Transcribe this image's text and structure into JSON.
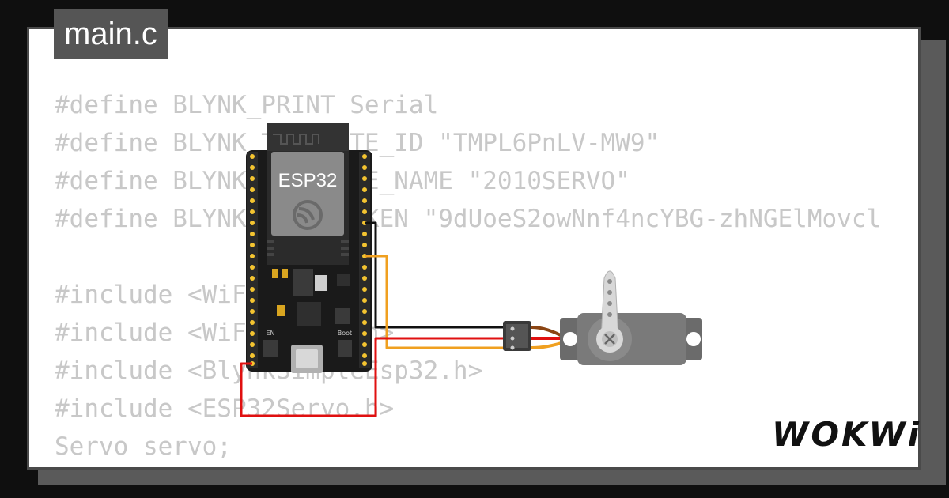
{
  "file_tab": {
    "label": "main.c"
  },
  "code_lines": [
    "#define BLYNK_PRINT Serial",
    "#define BLYNK_TEMPLATE_ID \"TMPL6PnLV-MW9\"",
    "#define BLYNK_TEMPLATE_NAME \"2010SERVO\"",
    "#define BLYNK_AUTH_TOKEN \"9dUoeS2owNnf4ncYBG-zhNGElMovcl",
    "",
    "#include <WiFi.h>",
    "#include <WiFiClient.h>",
    "#include <BlynkSimpleEsp32.h>",
    "#include <ESP32Servo.h>",
    "Servo servo;"
  ],
  "board": {
    "label": "ESP32",
    "en_label": "EN",
    "boot_label": "Boot"
  },
  "brand": {
    "logo": "WOKWi"
  },
  "colors": {
    "wire_black": "#111111",
    "wire_red": "#e01010",
    "wire_orange": "#f0a020",
    "servo_brown": "#8b4513",
    "servo_body": "#6b6b6b"
  }
}
